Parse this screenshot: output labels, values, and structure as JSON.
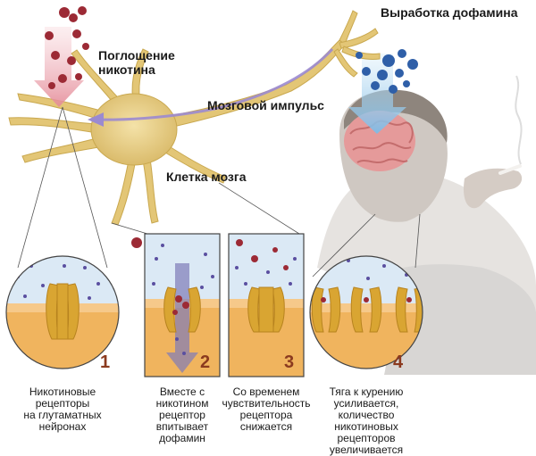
{
  "labels": {
    "nicotine_uptake": "Поглощение\nникотина",
    "dopamine_release": "Выработка дофамина",
    "brain_impulse": "Мозговой импульс",
    "brain_cell": "Клетка мозга"
  },
  "panels": [
    {
      "number": "1",
      "caption": "Никотиновые\nрецепторы\nна глутаматных\nнейронах"
    },
    {
      "number": "2",
      "caption": "Вместе с\nникотином\nрецептор\nвпитывает\nдофамин"
    },
    {
      "number": "3",
      "caption": "Со временем\nчувствительность\nрецептора\nснижается"
    },
    {
      "number": "4",
      "caption": "Тяга к курению\nусиливается,\nколичество\nникотиновых\nрецепторов\nувеличивается"
    }
  ],
  "colors": {
    "neuron": "#e8cf86",
    "nicotine": "#9c2a35",
    "dopamine": "#2f5fa8",
    "fluid": "#dbe9f5",
    "membrane": "#f0b45e",
    "receptor": "#d9a532",
    "arrow_pink": "#e89aa6",
    "arrow_blue": "#8fc6ea",
    "impulse": "#9b8ad0",
    "number": "#8b3a1f"
  },
  "icons": [
    "nicotine-molecule-icon",
    "dopamine-molecule-icon",
    "receptor-icon",
    "neuron-icon",
    "brain-icon",
    "smoker-icon"
  ]
}
